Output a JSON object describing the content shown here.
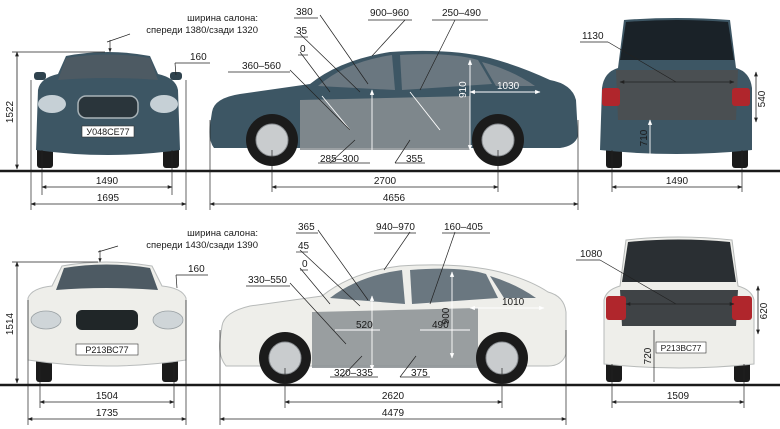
{
  "top": {
    "cabin_title": "ширина салона:",
    "cabin_values": "спереди 1380/сзади 1320",
    "plate_front": "У048СЕ77",
    "front": {
      "height": "1522",
      "mirror": "160",
      "track": "1490",
      "width": "1695"
    },
    "side": {
      "a380": "380",
      "a35": "35",
      "a0": "0",
      "r360": "360–560",
      "r900": "900–960",
      "r250": "250–490",
      "h910": "910",
      "l1030": "1030",
      "r285": "285–300",
      "v355": "355",
      "wheelbase": "2700",
      "length": "4656"
    },
    "rear": {
      "width1130": "1130",
      "h540": "540",
      "h710": "710",
      "track": "1490"
    }
  },
  "bottom": {
    "cabin_title": "ширина салона:",
    "cabin_values": "спереди 1430/сзади 1390",
    "plate_front": "Р213ВС77",
    "plate_rear": "Р213ВС77",
    "front": {
      "height": "1514",
      "mirror": "160",
      "track": "1504",
      "width": "1735"
    },
    "side": {
      "a365": "365",
      "a45": "45",
      "a0": "0",
      "r330": "330–550",
      "r940": "940–970",
      "r160": "160–405",
      "v900": "900",
      "l1010": "1010",
      "v520": "520",
      "v490": "490",
      "r320": "320–335",
      "v375": "375",
      "wheelbase": "2620",
      "length": "4479"
    },
    "rear": {
      "width1080": "1080",
      "h620": "620",
      "h720": "720",
      "track": "1509"
    }
  },
  "colors": {
    "top_car": "#3d5664",
    "bottom_car": "#eeeeea",
    "ground": "#1a1a1a"
  }
}
